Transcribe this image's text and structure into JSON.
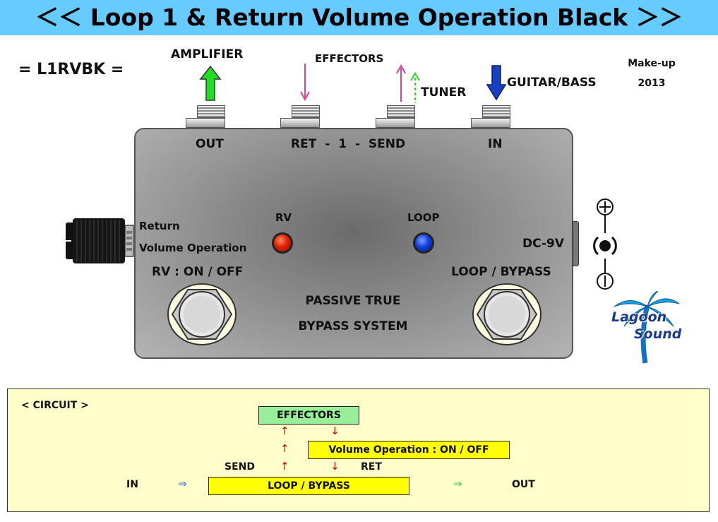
{
  "title": "＜＜ Loop 1 & Return Volume Operation Black ＞＞",
  "model": "= L1RVBK =",
  "makeup": {
    "label": "Make-up",
    "year": "2013"
  },
  "top_labels": {
    "amplifier": "AMPLIFIER",
    "effectors": "EFFECTORS",
    "tuner": "TUNER",
    "guitar_bass": "GUITAR/BASS"
  },
  "jacks": {
    "out": "OUT",
    "ret_send": "RET - 1 - SEND",
    "in": "IN"
  },
  "knob": {
    "line1": "Return",
    "line2": "Volume Operation"
  },
  "leds": {
    "rv": "RV",
    "loop": "LOOP"
  },
  "switch_labels": {
    "left": "RV : ON / OFF",
    "right": "LOOP / BYPASS"
  },
  "center_text": {
    "line1": "PASSIVE TRUE",
    "line2": "BYPASS SYSTEM"
  },
  "power": {
    "label": "DC-9V",
    "plus": "⊕",
    "minus": "⊖"
  },
  "logo": {
    "line1": "Lagoon",
    "line2": "Sound"
  },
  "colors": {
    "title_bar": "#66ccff",
    "amplifier_arrow": "#22dd22",
    "effector_arrow": "#e0409a",
    "tuner_arrow": "#22dd22",
    "guitar_arrow": "#1a3fbf",
    "circuit_bg": "#ffffcc",
    "effectors_box": "#99ee99",
    "yellow_box": "#ffff00"
  },
  "circuit": {
    "heading": "< CIRCUIT >",
    "effectors": "EFFECTORS",
    "volume": "Volume Operation : ON / OFF",
    "send": "SEND",
    "ret": "RET",
    "in": "IN",
    "loop_bypass": "LOOP / BYPASS",
    "out": "OUT",
    "up_arrow": "↑",
    "down_arrow": "↓",
    "right_arrow": "⇒"
  }
}
